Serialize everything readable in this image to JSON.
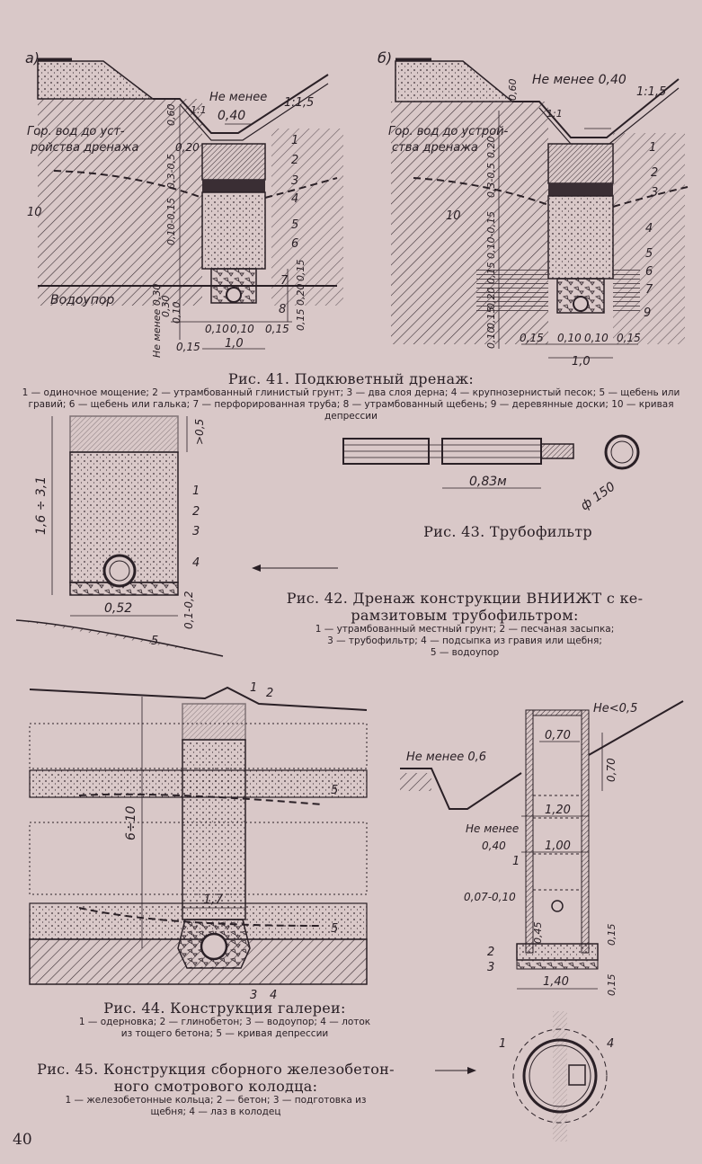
{
  "fig41": {
    "a": {
      "letter": "а)",
      "not_less": "Не менее",
      "w040": "0,40",
      "slope1": "1:1",
      "slope15": "1:1,5",
      "gw1": "Гор. вод до уст-",
      "gw2": "ройства дренажа",
      "d060": "0,60",
      "d020": "0,20",
      "d03": "0,3-0,5",
      "d01": "0,10-0,15",
      "d015": "0,15",
      "d030": "0,30",
      "d010": "0,10",
      "d020b": "0,20",
      "d015b": "0,15",
      "nm030": "Не менее 0,30",
      "b010": "0,10",
      "b010b": "0,10",
      "b015": "0,15",
      "b015b": "0,15",
      "w10": "1,0",
      "aquitard": "Водоупор",
      "labels": [
        "1",
        "2",
        "3",
        "4",
        "5",
        "6",
        "7",
        "8",
        "10"
      ]
    },
    "b": {
      "letter": "б)",
      "nm040": "Не менее 0,40",
      "slope1": "1:1",
      "slope15": "1:1,5",
      "gw1": "Гор. вод до устрой-",
      "gw2": "ства дренажа",
      "d060": "0,60",
      "d020": "0,20",
      "d03": "0,3-0,5",
      "d01": "0,10-0,15",
      "d015": "0,15",
      "d020b": "0,20",
      "d015b": "0,15",
      "d010": "0,10",
      "b015": "0,15",
      "b010": "0,10",
      "b010b": "0,10",
      "b015b": "0,15",
      "w10": "1,0",
      "labels": [
        "1",
        "2",
        "3",
        "4",
        "5",
        "6",
        "7",
        "9",
        "10"
      ]
    },
    "title": "Рис. 41. Подкюветный дренаж:",
    "legend": "1 — одиночное мощение; 2 — утрамбованный глинистый грунт; 3 — два слоя дерна; 4 — крупнозернистый песок; 5 — щебень или гравий; 6 — щебень или галька; 7 — перфорированная труба; 8 — утрамбованный щебень; 9 — деревянные доски; 10 — кривая депрессии"
  },
  "fig42": {
    "h": "1,6 ÷ 3,1",
    "top": ">0,5",
    "width": "0,52",
    "bottom": "0,1-0,2",
    "labels": [
      "1",
      "2",
      "3",
      "4",
      "5"
    ],
    "title1": "Рис. 42. Дренаж конструкции ВНИИЖТ с ке-",
    "title2": "рамзитовым трубофильтром:",
    "legend1": "1 — утрамбованный местный грунт; 2 — песчаная засыпка;",
    "legend2": "3 — трубофильтр; 4 — подсыпка из гравия или щебня;",
    "legend3": "5 — водоупор"
  },
  "fig43": {
    "length": "0,83м",
    "diam": "ф 150",
    "title": "Рис. 43. Трубофильтр"
  },
  "fig44": {
    "height": "6÷10",
    "width": "1,7",
    "labels": [
      "1",
      "2",
      "3",
      "4",
      "5",
      "5"
    ],
    "title": "Рис. 44. Конструкция галереи:",
    "legend1": "1 — одерновка; 2 — глинобетон; 3 — водоупор; 4 — лоток",
    "legend2": "из тощего бетона; 5 — кривая депрессии"
  },
  "fig45": {
    "ne05": "Не<0,5",
    "w070": "0,70",
    "h070": "0,70",
    "nm06": "Не менее 0,6",
    "w120": "1,20",
    "nm040a": "Не менее",
    "nm040b": "0,40",
    "w100": "1,00",
    "wall": "0,07-0,10",
    "h045": "0,45",
    "h015": "0,15",
    "w140": "1,40",
    "h015b": "0,15",
    "labels": [
      "1",
      "2",
      "3",
      "1",
      "4"
    ],
    "title1": "Рис. 45. Конструкция сборного железобетон-",
    "title2": "ного смотрового колодца:",
    "legend1": "1 — железобетонные кольца; 2 — бетон; 3 — подготовка из",
    "legend2": "щебня; 4 — лаз в колодец"
  },
  "page_number": "40"
}
